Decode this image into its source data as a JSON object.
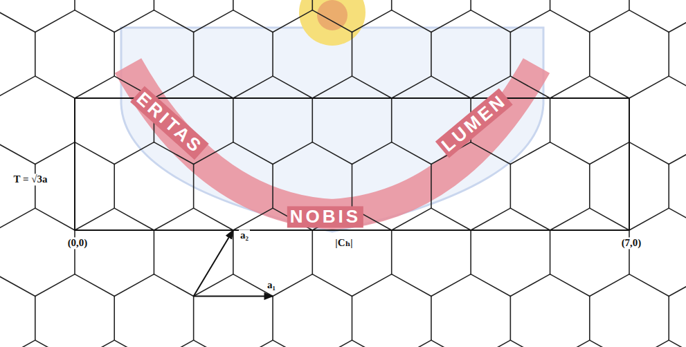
{
  "diagram": {
    "labels": [
      "ERITAS",
      "LUMEN",
      "T = √3a",
      "NOBIS",
      "(0,0)",
      "a₂",
      "|Cₕ|",
      "(7,0)",
      "a₁"
    ]
  }
}
